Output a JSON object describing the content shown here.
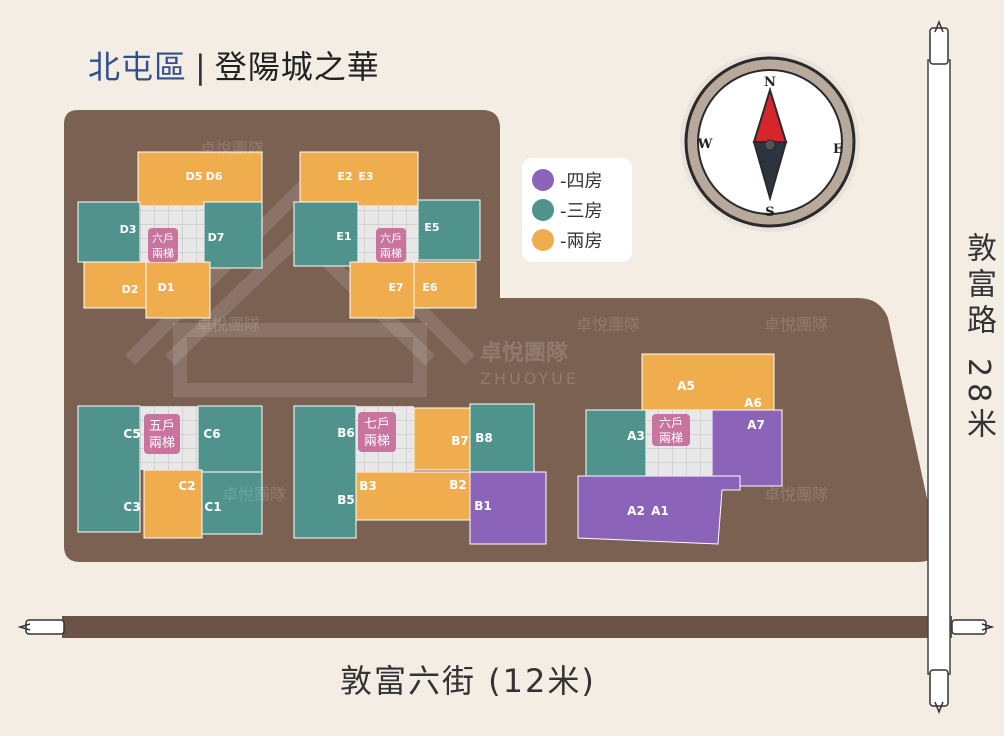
{
  "header": {
    "district": "北屯區",
    "separator": "|",
    "project": "登陽城之華"
  },
  "compass": {
    "north": "N",
    "south": "S",
    "east": "E",
    "west": "W",
    "needle_north_color": "#d6262b",
    "needle_south_color": "#2c3440"
  },
  "legend": [
    {
      "label": "-四房",
      "color": "#8b63b8"
    },
    {
      "label": "-三房",
      "color": "#4f938c"
    },
    {
      "label": "-兩房",
      "color": "#f0ad4e"
    }
  ],
  "roads": {
    "right_name": "敦富路",
    "right_width": "28米",
    "bottom": "敦富六街 (12米)"
  },
  "watermark": {
    "text": "卓悅團隊",
    "latin": "ZHUOYUE"
  },
  "colors": {
    "site": "#7b6152",
    "background": "#f4ede4",
    "four_room": "#8b63b8",
    "three_room": "#4f938c",
    "two_room": "#f0ad4e",
    "core": "#c9739f"
  },
  "buildings": [
    {
      "id": "D",
      "core_label": [
        "六戶",
        "兩梯"
      ],
      "units": [
        {
          "label": "D5",
          "type": "two"
        },
        {
          "label": "D6",
          "type": "two"
        },
        {
          "label": "D3",
          "type": "three"
        },
        {
          "label": "D7",
          "type": "three"
        },
        {
          "label": "D2",
          "type": "two"
        },
        {
          "label": "D1",
          "type": "two"
        }
      ]
    },
    {
      "id": "E",
      "core_label": [
        "六戶",
        "兩梯"
      ],
      "units": [
        {
          "label": "E2",
          "type": "two"
        },
        {
          "label": "E3",
          "type": "two"
        },
        {
          "label": "E1",
          "type": "three"
        },
        {
          "label": "E5",
          "type": "three"
        },
        {
          "label": "E7",
          "type": "two"
        },
        {
          "label": "E6",
          "type": "two"
        }
      ]
    },
    {
      "id": "C",
      "core_label": [
        "五戶",
        "兩梯"
      ],
      "units": [
        {
          "label": "C5",
          "type": "three"
        },
        {
          "label": "C6",
          "type": "three"
        },
        {
          "label": "C2",
          "type": "two"
        },
        {
          "label": "C3",
          "type": "three"
        },
        {
          "label": "C1",
          "type": "three"
        }
      ]
    },
    {
      "id": "B",
      "core_label": [
        "七戶",
        "兩梯"
      ],
      "units": [
        {
          "label": "B6",
          "type": "three"
        },
        {
          "label": "B7",
          "type": "two"
        },
        {
          "label": "B8",
          "type": "three"
        },
        {
          "label": "B3",
          "type": "two"
        },
        {
          "label": "B2",
          "type": "two"
        },
        {
          "label": "B5",
          "type": "three"
        },
        {
          "label": "B1",
          "type": "four"
        }
      ]
    },
    {
      "id": "A",
      "core_label": [
        "六戶",
        "兩梯"
      ],
      "units": [
        {
          "label": "A5",
          "type": "two"
        },
        {
          "label": "A6",
          "type": "two"
        },
        {
          "label": "A3",
          "type": "three"
        },
        {
          "label": "A7",
          "type": "four"
        },
        {
          "label": "A2",
          "type": "four"
        },
        {
          "label": "A1",
          "type": "four"
        }
      ]
    }
  ]
}
